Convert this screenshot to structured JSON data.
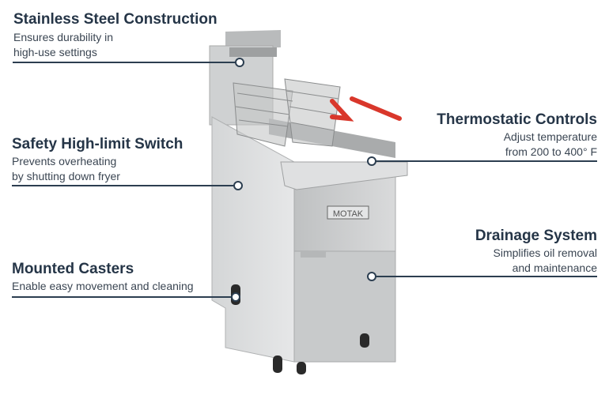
{
  "brand_logo": "MOTAK",
  "features": [
    {
      "title": "Stainless Steel Construction",
      "lines": [
        "Ensures durability in",
        "high-use settings"
      ]
    },
    {
      "title": "Safety High-limit Switch",
      "lines": [
        "Prevents overheating",
        "by shutting down fryer"
      ]
    },
    {
      "title": "Mounted Casters",
      "lines": [
        "Enable easy movement and cleaning"
      ]
    },
    {
      "title": "Thermostatic Controls",
      "lines": [
        "Adjust temperature",
        "from 200 to 400° F"
      ]
    },
    {
      "title": "Drainage System",
      "lines": [
        "Simplifies oil removal",
        "and maintenance"
      ]
    }
  ],
  "colors": {
    "text": "#253547",
    "handle": "#e03a2e",
    "steel": "#c9cbcc"
  }
}
